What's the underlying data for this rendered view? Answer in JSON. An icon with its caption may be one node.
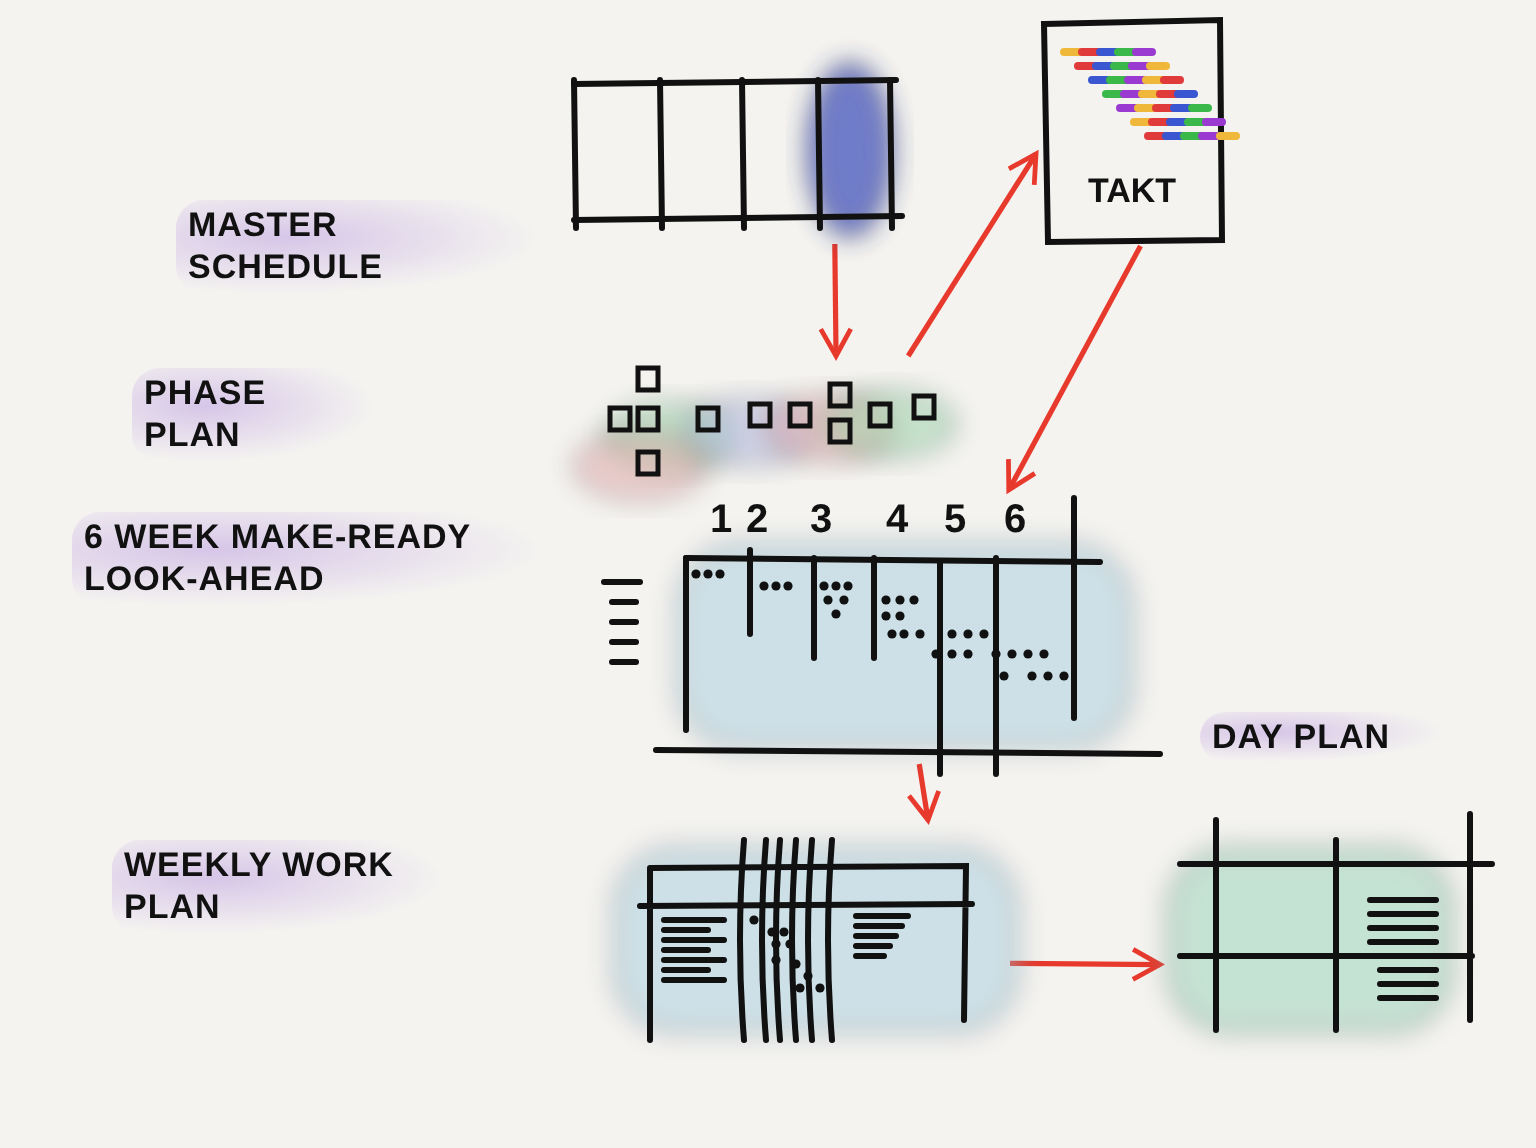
{
  "diagram": {
    "nodes": [
      {
        "text": [],
        "shape": "picture"
      },
      {
        "text": [
          "TAKT"
        ]
      },
      {
        "text": [],
        "shape": "picture"
      },
      {
        "text": [
          "1",
          "2",
          "3",
          "4",
          "5",
          "6"
        ],
        "beside": [
          "6 WEEK MAKE-READY LOOK-AHEAD"
        ]
      },
      {
        "text": [],
        "shape": "picture"
      },
      {
        "text": [],
        "shape": "picture",
        "beside": [
          "DAY PLAN"
        ]
      }
    ],
    "edges": [
      {
        "from": 0,
        "to": 2,
        "arrow": "to"
      },
      {
        "from": 2,
        "to": 1,
        "arrow": "to"
      },
      {
        "from": 1,
        "to": 3,
        "arrow": "to"
      },
      {
        "from": 3,
        "to": 4,
        "arrow": "to"
      },
      {
        "from": 4,
        "to": 5,
        "arrow": "to"
      }
    ],
    "labels": [
      "MASTER SCHEDULE",
      "PHASE PLAN",
      "WEEKLY WORK PLAN"
    ]
  }
}
